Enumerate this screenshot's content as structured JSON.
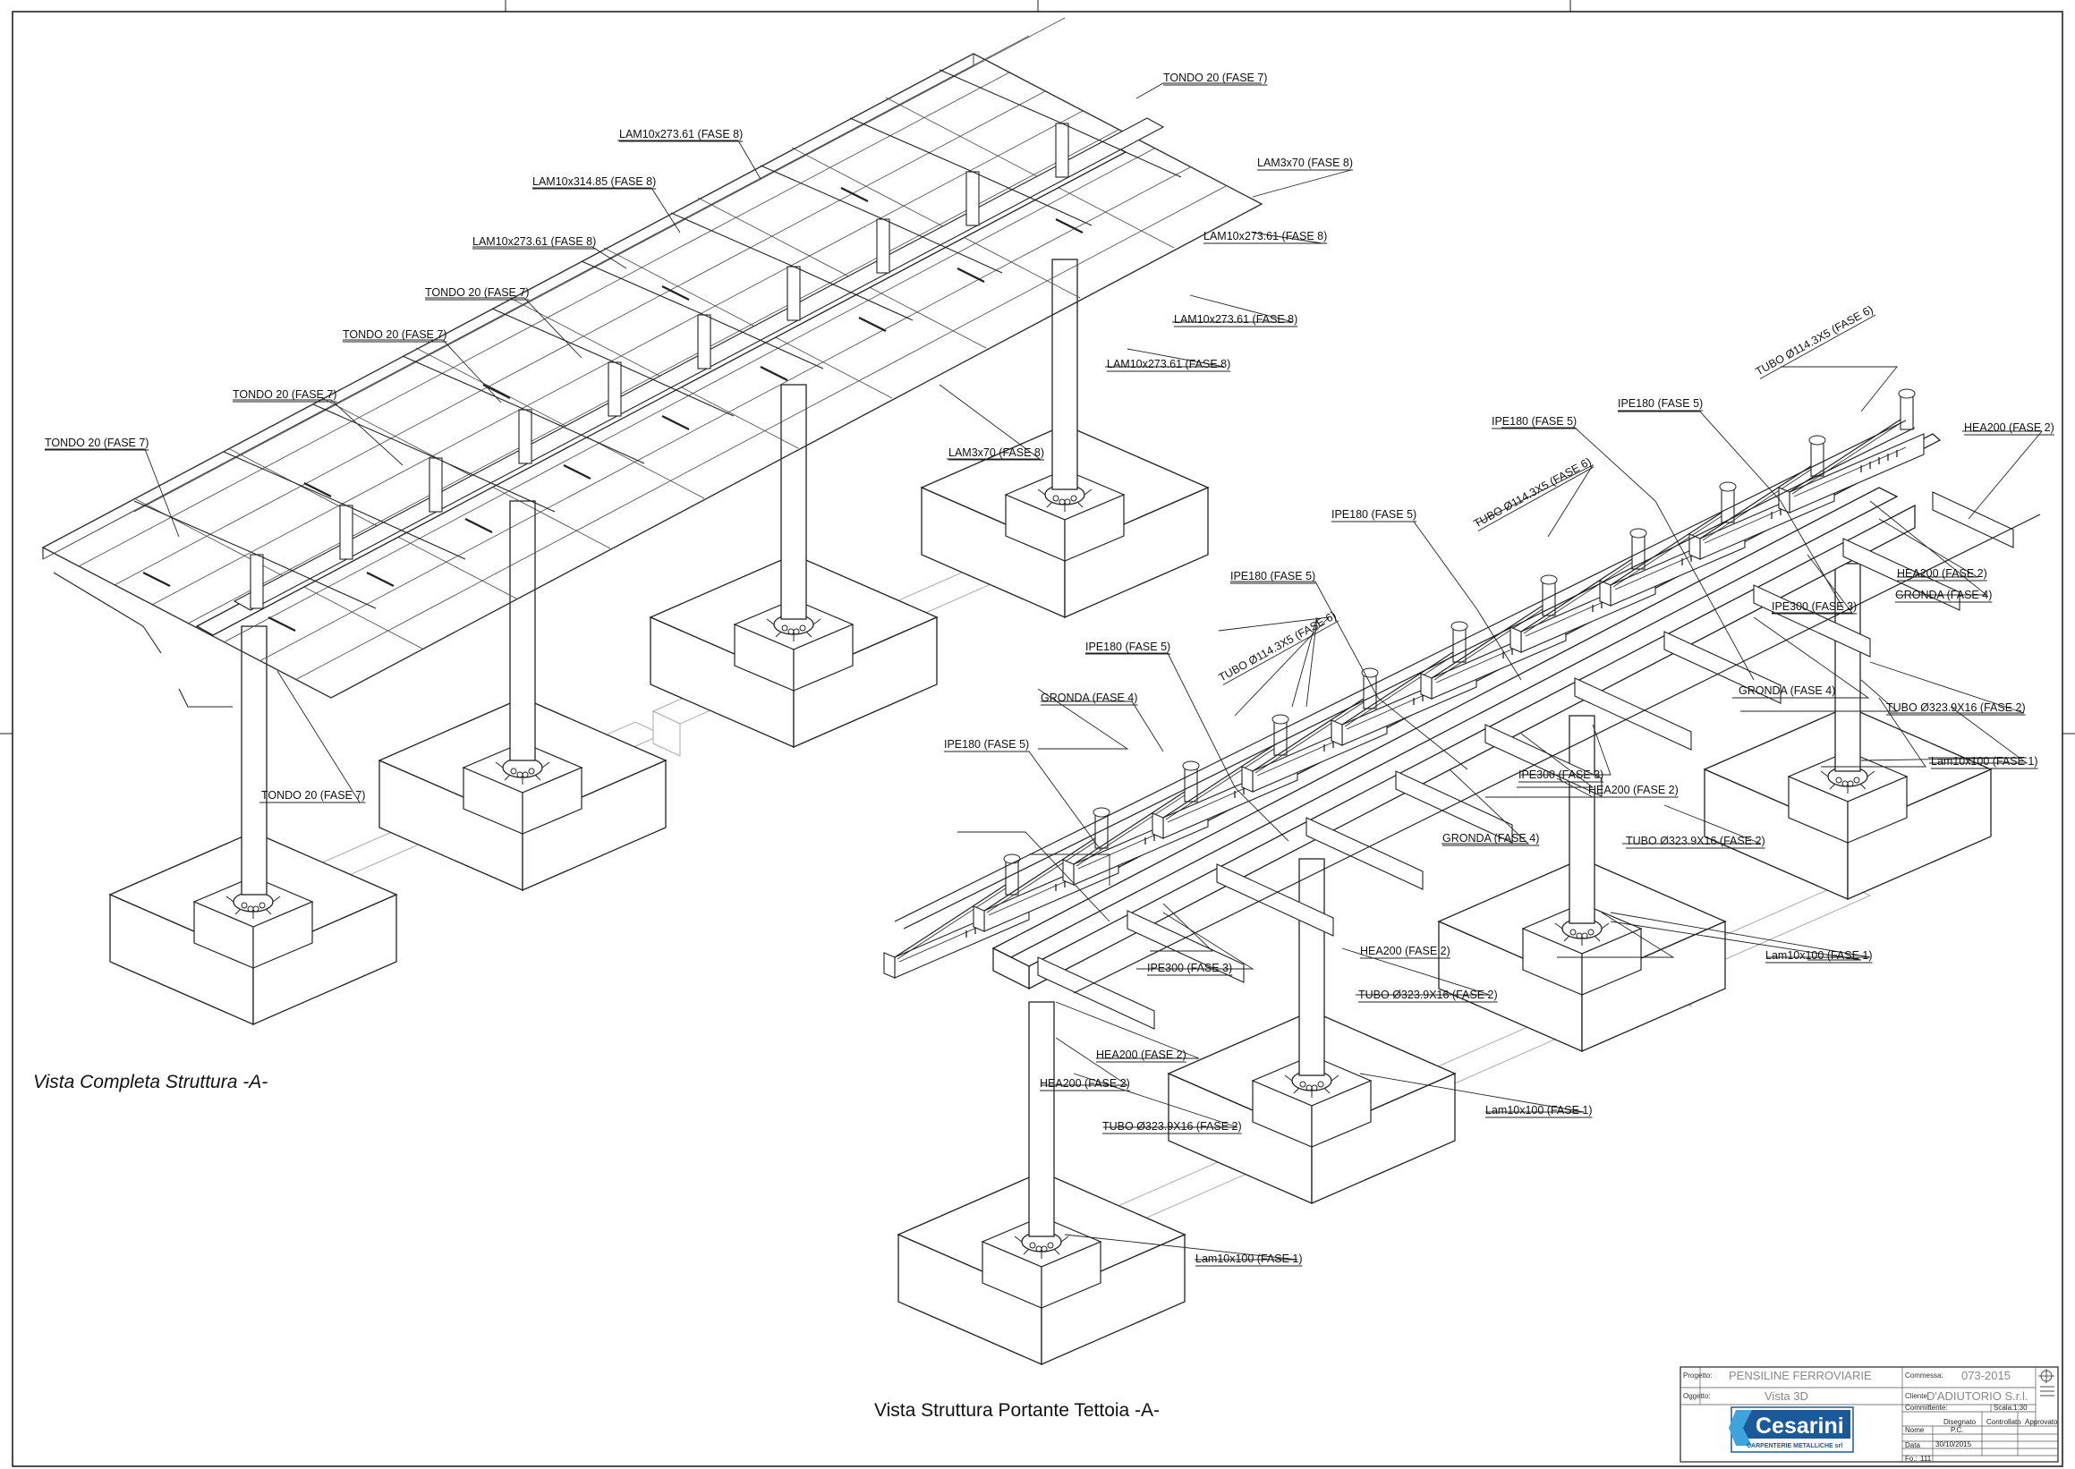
{
  "drawing": {
    "view_titles": {
      "complete": "Vista Completa Struttura -A-",
      "bearing": "Vista Struttura Portante Tettoia -A-"
    },
    "labels_left": [
      "TONDO 20 (FASE 7)",
      "LAM10x273.61 (FASE 8)",
      "LAM3x70 (FASE 8)",
      "LAM10x314.85 (FASE 8)",
      "LAM10x273.61 (FASE 8)",
      "LAM10x273.61 (FASE 8)",
      "TONDO 20 (FASE 7)",
      "LAM10x273.61 (FASE 8)",
      "TONDO 20 (FASE 7)",
      "LAM10x273.61 (FASE 8)",
      "TONDO 20 (FASE 7)",
      "LAM3x70 (FASE 8)",
      "TONDO 20 (FASE 7)",
      "TONDO 20 (FASE 7)"
    ],
    "labels_right": [
      "TUBO Ø114.3X5 (FASE 6)",
      "IPE180 (FASE 5)",
      "IPE180 (FASE 5)",
      "HEA200 (FASE 2)",
      "TUBO Ø114.3X5 (FASE 6)",
      "IPE180 (FASE 5)",
      "HEA200 (FASE 2)",
      "IPE180 (FASE 5)",
      "GRONDA (FASE 4)",
      "IPE300 (FASE 3)",
      "TUBO Ø114.3X5 (FASE 6)",
      "IPE180 (FASE 5)",
      "GRONDA (FASE 4)",
      "TUBO Ø323.9X16 (FASE 2)",
      "GRONDA (FASE 4)",
      "Lam10x100 (FASE 1)",
      "IPE180 (FASE 5)",
      "IPE300 (FASE 3)",
      "HEA200 (FASE 2)",
      "TUBO Ø323.9X16 (FASE 2)",
      "GRONDA (FASE 4)",
      "Lam10x100 (FASE 1)",
      "HEA200 (FASE 2)",
      "IPE300 (FASE 3)",
      "TUBO Ø323.9X16 (FASE 2)",
      "HEA200 (FASE 2)",
      "HEA200 (FASE 2)",
      "Lam10x100 (FASE 1)",
      "TUBO Ø323.9X16 (FASE 2)",
      "Lam10x100 (FASE 1)"
    ]
  },
  "title_block": {
    "project_label": "Progetto:",
    "project_value": "PENSILINE FERROVIARIE",
    "object_label": "Oggetto:",
    "object_value": "Vista 3D",
    "order_label": "Commessa:",
    "order_value": "073-2015",
    "client_label": "Cliente:",
    "client_value": "D'ADIUTORIO S.r.l.",
    "consultant_label": "Committente:",
    "scale_label": "Scala:",
    "scale_value": "1:30",
    "col_drawn": "Disegnato",
    "col_checked": "Controllato",
    "col_approved": "Approvato",
    "name_label": "Nome",
    "name_value": "P.C.",
    "date_label": "Data",
    "date_value": "30/10/2015",
    "sheet_label": "Fo.:",
    "sheet_value": "111",
    "logo_name": "Cesarini",
    "logo_tagline": "CARPENTERIE METALLICHE srl"
  }
}
